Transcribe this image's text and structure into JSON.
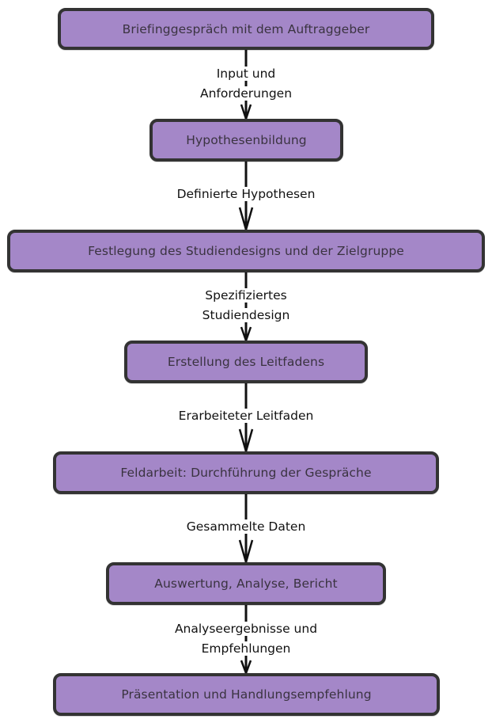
{
  "diagram": {
    "type": "flowchart",
    "direction": "top-to-bottom",
    "colors": {
      "node_fill": "#a487c8",
      "node_border": "#333333",
      "node_text": "#3a3340",
      "edge": "#111111"
    },
    "nodes": [
      {
        "id": "n1",
        "label": "Briefinggespräch mit dem Auftraggeber"
      },
      {
        "id": "n2",
        "label": "Hypothesenbildung"
      },
      {
        "id": "n3",
        "label": "Festlegung des Studiendesigns und der Zielgruppe"
      },
      {
        "id": "n4",
        "label": "Erstellung des Leitfadens"
      },
      {
        "id": "n5",
        "label": "Feldarbeit: Durchführung der Gespräche"
      },
      {
        "id": "n6",
        "label": "Auswertung, Analyse, Bericht"
      },
      {
        "id": "n7",
        "label": "Präsentation und Handlungsempfehlung"
      }
    ],
    "edges": [
      {
        "from": "n1",
        "to": "n2",
        "label_lines": [
          "Input und",
          "Anforderungen"
        ]
      },
      {
        "from": "n2",
        "to": "n3",
        "label_lines": [
          "Definierte Hypothesen"
        ]
      },
      {
        "from": "n3",
        "to": "n4",
        "label_lines": [
          "Spezifiziertes",
          "Studiendesign"
        ]
      },
      {
        "from": "n4",
        "to": "n5",
        "label_lines": [
          "Erarbeiteter Leitfaden"
        ]
      },
      {
        "from": "n5",
        "to": "n6",
        "label_lines": [
          "Gesammelte Daten"
        ]
      },
      {
        "from": "n6",
        "to": "n7",
        "label_lines": [
          "Analyseergebnisse und",
          "Empfehlungen"
        ]
      }
    ]
  }
}
